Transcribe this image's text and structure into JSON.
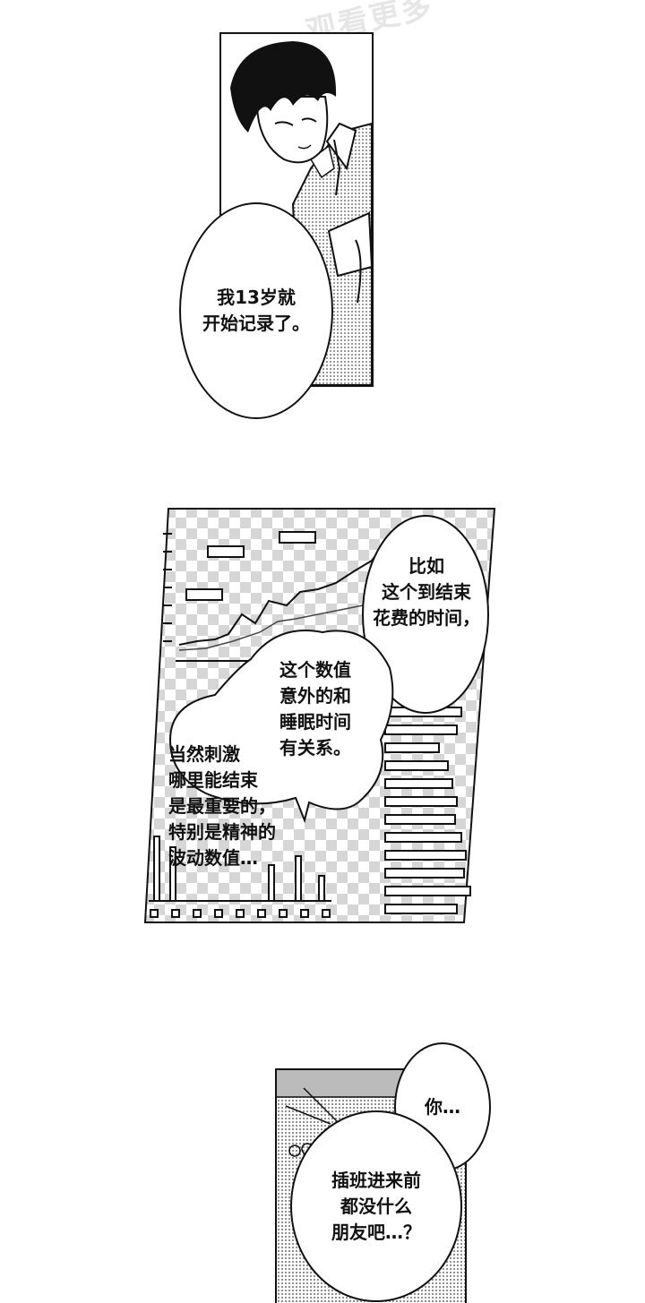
{
  "watermark": {
    "text": "观看更多"
  },
  "panel1": {
    "bubble_text": "我13岁就\n开始记录了。"
  },
  "panel2": {
    "bubble_a": "比如\n这个到结束\n花费的时间，",
    "bubble_b": "这个数值\n意外的和\n睡眠时间\n有关系。",
    "bubble_c": "当然刺激\n哪里能结束\n是最重要的，\n特别是精神的\n波动数值…"
  },
  "panel3": {
    "bubble_top": "你…",
    "bubble_bottom": "插班进来前\n都没什么\n朋友吧…？"
  }
}
